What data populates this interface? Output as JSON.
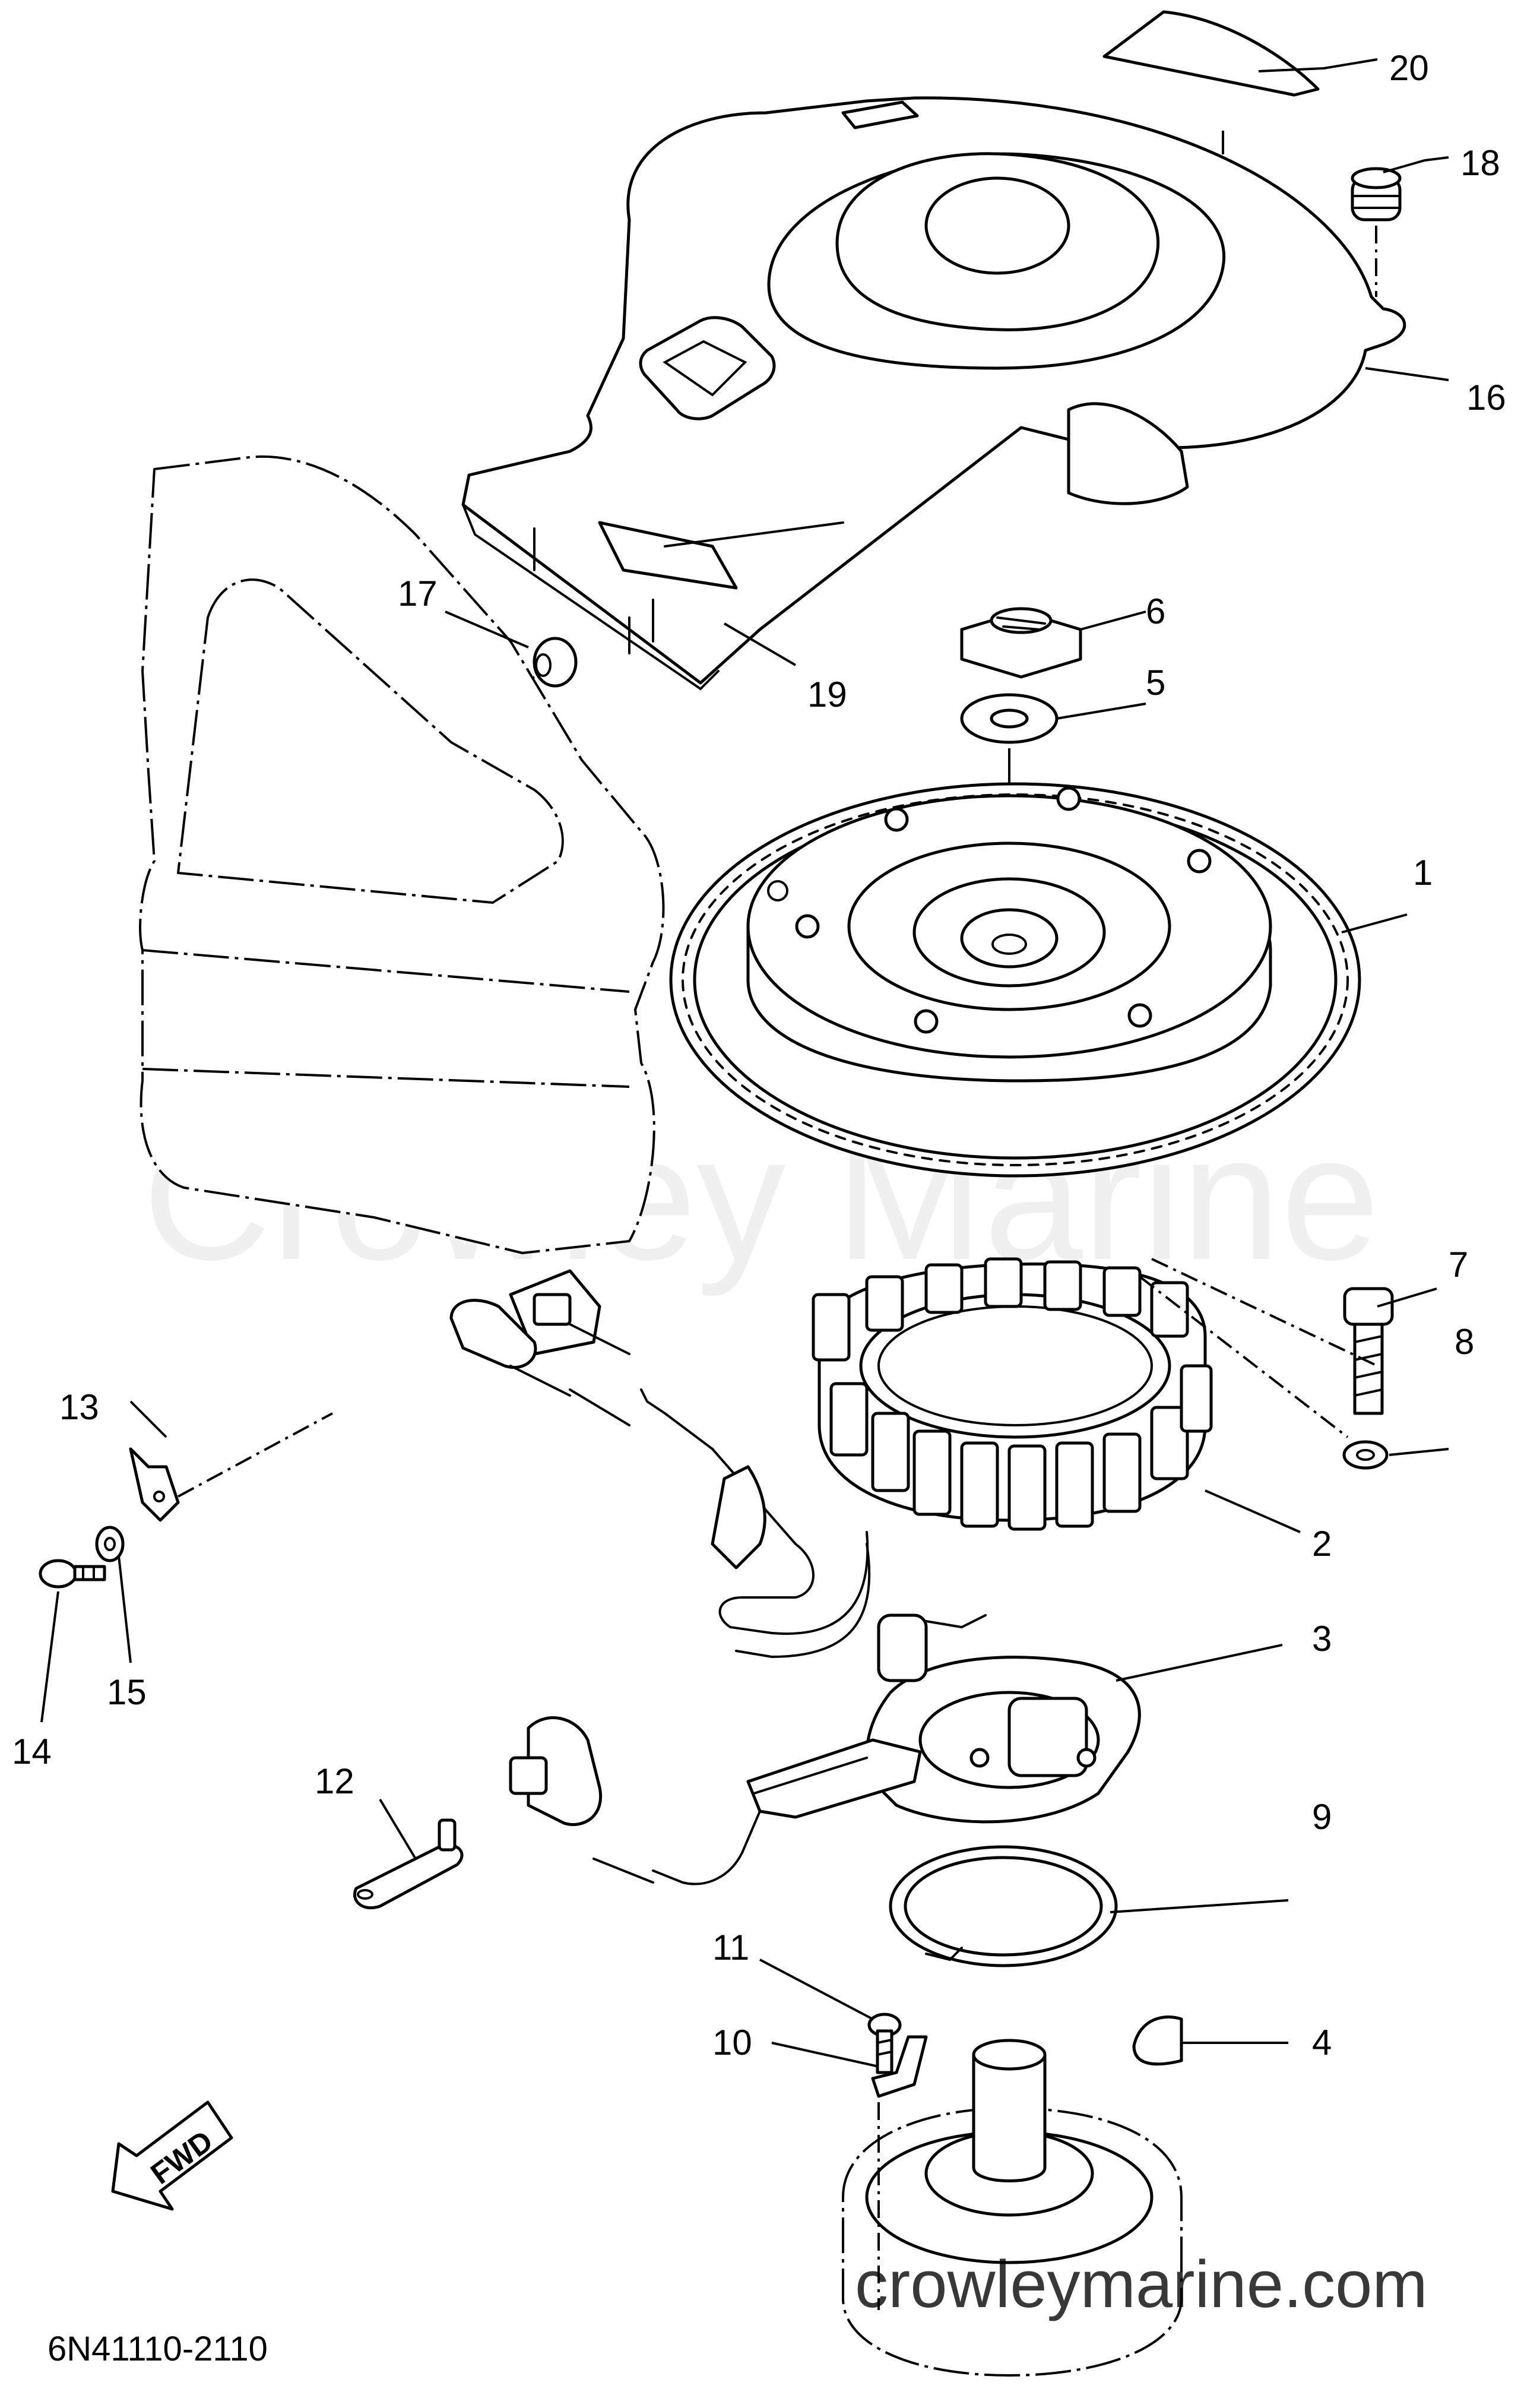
{
  "diagram": {
    "watermark": "Crowley Marine",
    "website": "crowleymarine.com",
    "part_code": "6N41110-2110",
    "direction_label": "FWD",
    "callouts": [
      {
        "id": "1",
        "label": "1"
      },
      {
        "id": "2",
        "label": "2"
      },
      {
        "id": "3",
        "label": "3"
      },
      {
        "id": "4",
        "label": "4"
      },
      {
        "id": "5",
        "label": "5"
      },
      {
        "id": "6",
        "label": "6"
      },
      {
        "id": "7",
        "label": "7"
      },
      {
        "id": "8",
        "label": "8"
      },
      {
        "id": "9",
        "label": "9"
      },
      {
        "id": "10",
        "label": "10"
      },
      {
        "id": "11",
        "label": "11"
      },
      {
        "id": "12",
        "label": "12"
      },
      {
        "id": "13",
        "label": "13"
      },
      {
        "id": "14",
        "label": "14"
      },
      {
        "id": "15",
        "label": "15"
      },
      {
        "id": "16",
        "label": "16"
      },
      {
        "id": "17",
        "label": "17"
      },
      {
        "id": "18",
        "label": "18"
      },
      {
        "id": "19",
        "label": "19"
      },
      {
        "id": "20",
        "label": "20"
      }
    ]
  }
}
